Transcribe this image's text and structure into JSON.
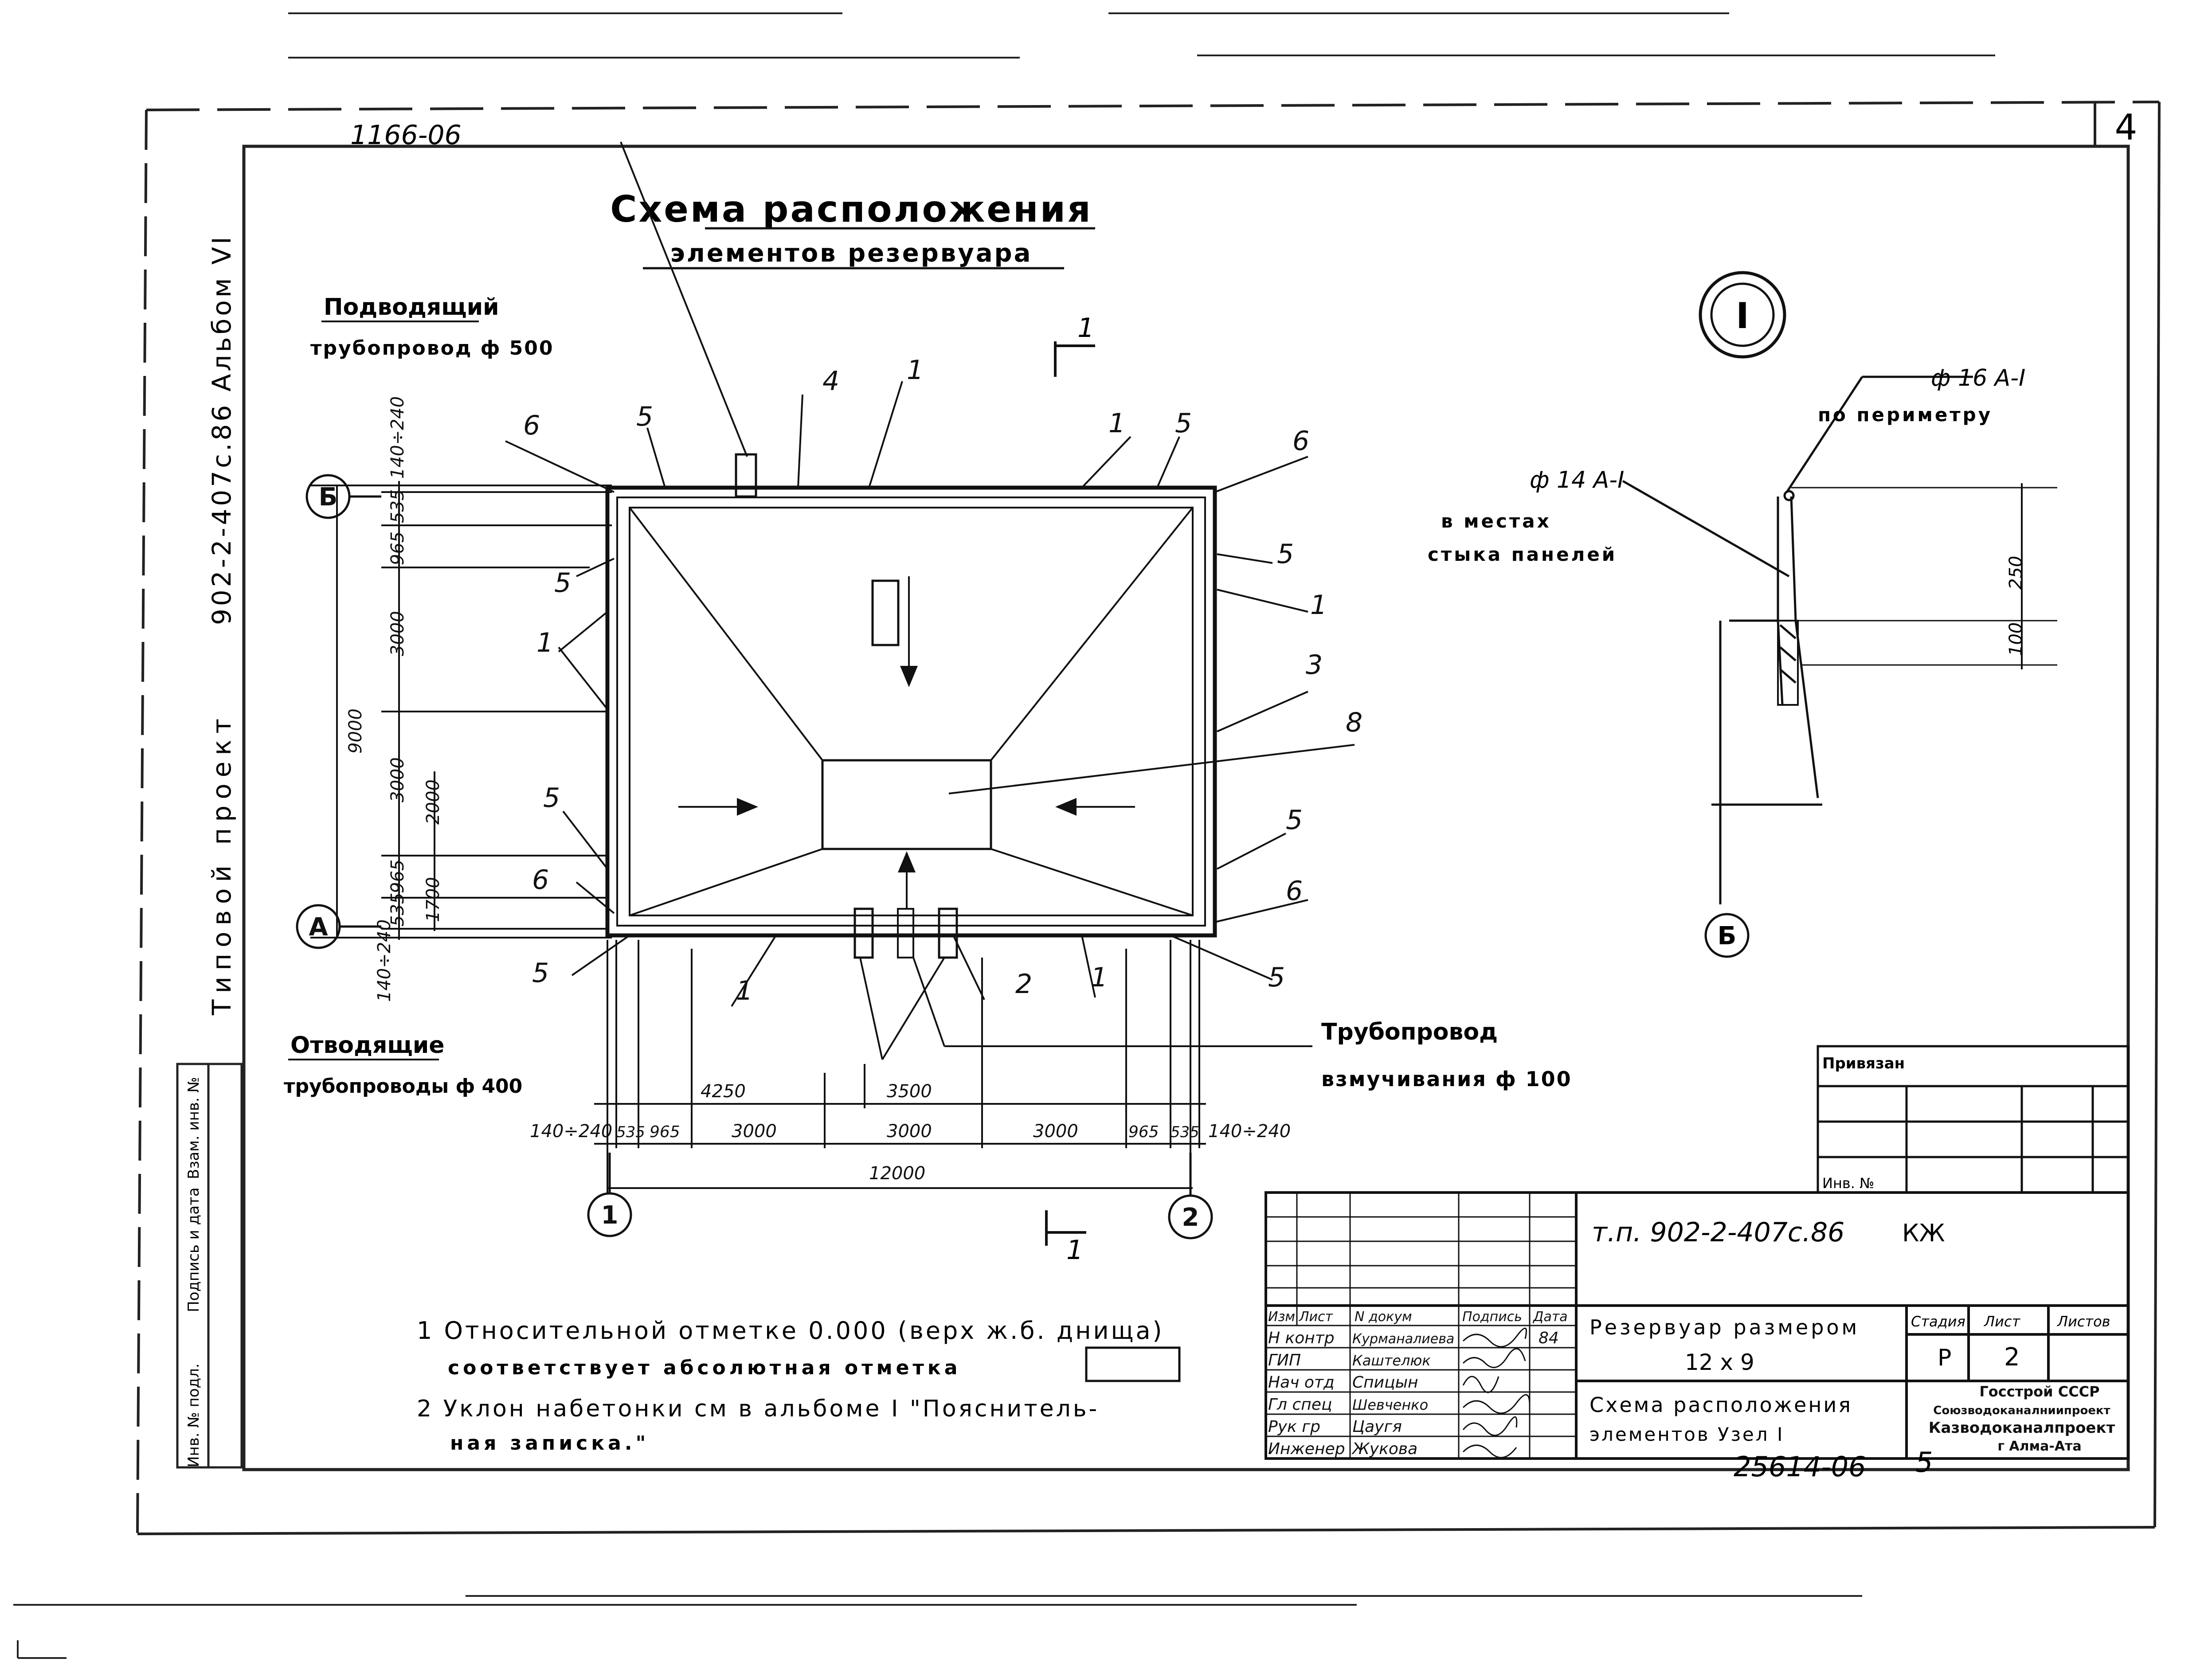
{
  "sheet_corner_number": "4",
  "top_code": "1166-06",
  "title": {
    "line1": "Схема расположения",
    "line2": "элементов резервуара"
  },
  "side_album": "902-2-407с.86 Альбом VI",
  "side_project": "Типовой проект",
  "side_columns": [
    "Инв. № подл.",
    "Подпись и дата",
    "Взам. инв. №"
  ],
  "inlet_pipe": {
    "line1": "Подводящий",
    "line2": "трубопровод ф 500"
  },
  "outlet_pipes": {
    "line1": "Отводящие",
    "line2": "трубопроводы ф 400"
  },
  "agitation_pipe": {
    "line1": "Трубопровод",
    "line2": "взмучивания ф 100"
  },
  "section_mark": "1",
  "axes": {
    "row_top": "Б",
    "row_bottom": "А",
    "col_left": "1",
    "col_right": "2"
  },
  "left_dims": [
    "140÷240",
    "535",
    "965",
    "3000",
    "3000",
    "965",
    "535",
    "140÷240"
  ],
  "left_total": "9000",
  "left_inner": [
    "2000",
    "1700"
  ],
  "bottom_dims": [
    "140÷240",
    "535",
    "965",
    "3000",
    "3000",
    "3000",
    "965",
    "535",
    "140÷240"
  ],
  "bottom_upper": [
    "4250",
    "3500"
  ],
  "bottom_total": "12000",
  "positions": {
    "p1": "1",
    "p2": "2",
    "p3": "3",
    "p4": "4",
    "p5": "5",
    "p6": "6",
    "p8": "8"
  },
  "node": {
    "label": "I",
    "rebar_top": "ф 16 А-I",
    "rebar_top_note": "по периметру",
    "rebar_mid": "ф 14 А-I",
    "rebar_mid_note1": "в местах",
    "rebar_mid_note2": "стыка панелей",
    "dim_250": "250",
    "dim_100": "100",
    "axis": "Б"
  },
  "notes": {
    "n1a": "1 Относительной отметке 0.000 (верх ж.б. днища)",
    "n1b": "соответствует абсолютная отметка",
    "n2a": "2 Уклон набетонки см в альбоме I \"Пояснитель-",
    "n2b": "ная записка.\""
  },
  "binding": {
    "label": "Привязан",
    "inv": "Инв. №"
  },
  "stamp": {
    "code": "т.п. 902-2-407с.86",
    "mark": "КЖ",
    "headers": [
      "Изм",
      "Лист",
      "N докум",
      "Подпись",
      "Дата"
    ],
    "roles": [
      "Н контр",
      "ГИП",
      "Нач отд",
      "Гл спец",
      "Рук гр",
      "Инженер"
    ],
    "names": [
      "Курманалиева",
      "Каштелюк",
      "Спицын",
      "Шевченко",
      "Цаугя",
      "Жукова"
    ],
    "date": "84",
    "object_line1": "Резервуар размером",
    "object_line2": "12 x 9",
    "sheet_line1": "Схема расположения",
    "sheet_line2": "элементов Узел I",
    "stage_hdr": "Стадия",
    "sheet_hdr": "Лист",
    "sheets_hdr": "Листов",
    "stage": "Р",
    "sheet": "2",
    "org1": "Госстрой СССР",
    "org2": "Союзводоканалниипроект",
    "org3": "Казводоканалпроект",
    "org4": "г Алма-Ата"
  },
  "archive_no": "25614-06",
  "archive_sheet": "5"
}
